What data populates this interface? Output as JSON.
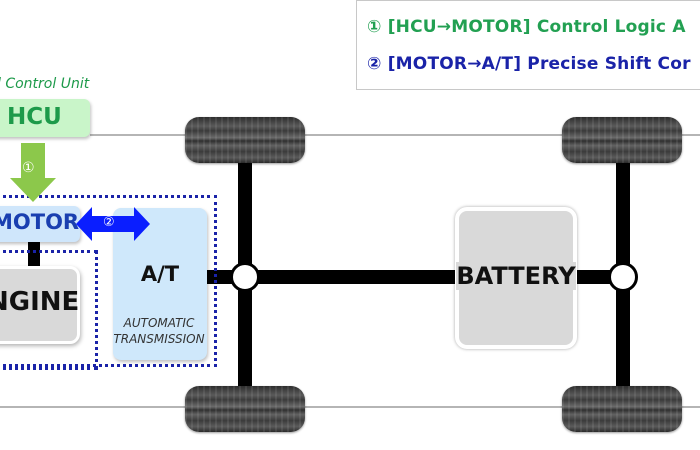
{
  "legend": {
    "item1": "① [HCU→MOTOR] Control Logic A",
    "item2": "② [MOTOR→A/T] Precise Shift Cor",
    "item1_color": "#22a052",
    "item2_color": "#1a23a8"
  },
  "hcu": {
    "caption": "d Control Unit",
    "label": "HCU"
  },
  "arrows": {
    "arrow1_number": "①",
    "arrow2_number": "②"
  },
  "motor": {
    "label": "MOTOR"
  },
  "engine": {
    "label": "NGINE"
  },
  "transmission": {
    "label": "A/T",
    "subtitle_line1": "AUTOMATIC",
    "subtitle_line2": "TRANSMISSION"
  },
  "battery": {
    "label": "BATTERY"
  },
  "colors": {
    "hcu_green": "#1d9a4a",
    "hcu_fill": "#c9f5c9",
    "arrow_green": "#8cc84b",
    "motor_blue": "#1a3fb0",
    "arrow_blue": "#0a1eff",
    "dotted_outline": "#1a23a8",
    "component_gray": "#d9d9d9",
    "at_fill": "#cfe8fb"
  }
}
